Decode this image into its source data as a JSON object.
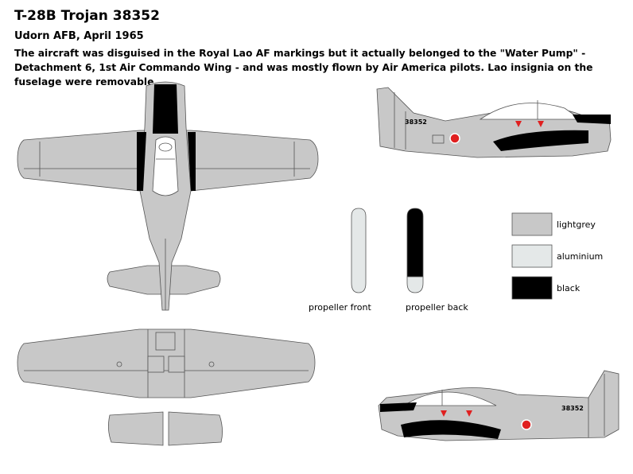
{
  "header": {
    "title": "T-28B Trojan 38352",
    "subtitle": "Udorn AFB, April 1965",
    "description": "The aircraft was disguised in the Royal Lao AF markings but it actually belonged to the \"Water Pump\" - Detachment 6, 1st Air Commando Wing - and was mostly flown by Air America pilots. Lao insignia on the fuselage were removable."
  },
  "serials": {
    "upper_side": "38352",
    "lower_side": "38352"
  },
  "propellers": {
    "front_label": "propeller front",
    "back_label": "propeller back"
  },
  "legend": [
    {
      "label": "lightgrey",
      "color": "#c8c8c8"
    },
    {
      "label": "aluminium",
      "color": "#e4e8e8"
    },
    {
      "label": "black",
      "color": "#000000"
    }
  ],
  "colors": {
    "insignia_red": "#e02020",
    "outline": "#555555"
  }
}
